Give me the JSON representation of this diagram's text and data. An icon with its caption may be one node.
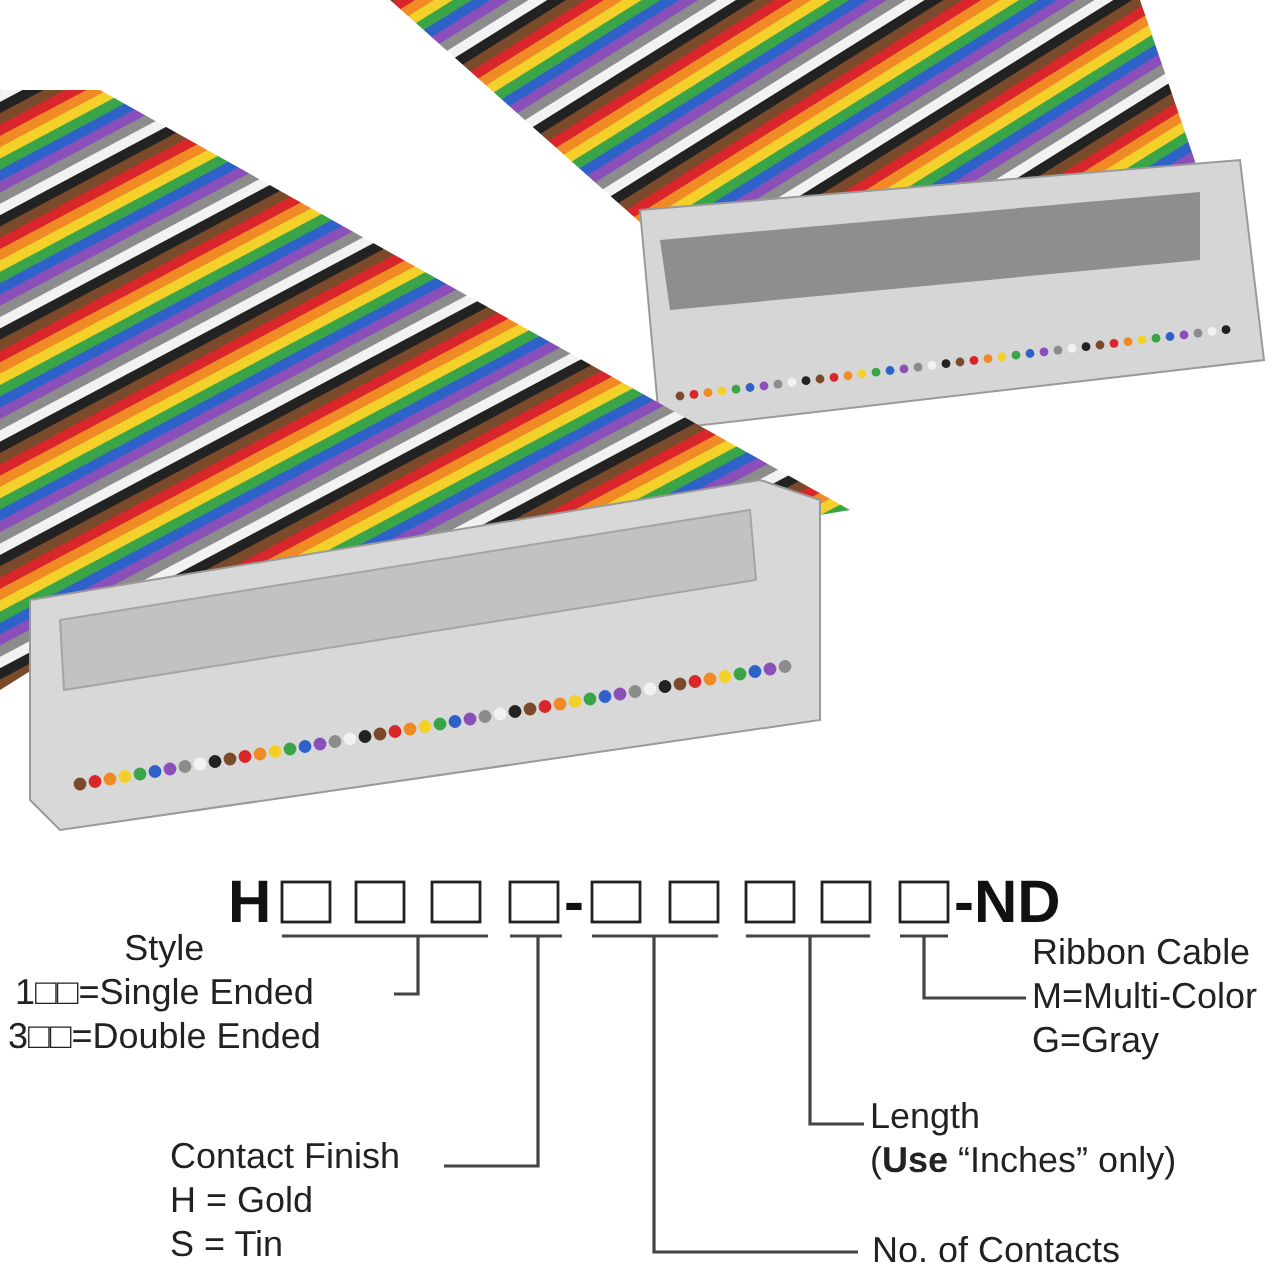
{
  "diagram": {
    "nodes": [
      {
        "text": [],
        "shape": "bar"
      },
      {
        "text": [],
        "shape": "bar"
      },
      {
        "text": [],
        "shape": "bar"
      },
      {
        "text": [],
        "shape": "bar"
      },
      {
        "text": [],
        "shape": "bar"
      },
      {
        "text": [
          "Style",
          "1□□=Single Ended",
          "3□□=Double Ended"
        ]
      },
      {
        "text": [
          "Ribbon Cable",
          "M=Multi-Color",
          "G=Gray"
        ]
      },
      {
        "text": [
          "Length",
          "(**Use** “Inches” only)"
        ]
      },
      {
        "text": [
          "Contact Finish",
          "H = Gold",
          "S = Tin"
        ]
      },
      {
        "text": [
          "No. of Contacts"
        ]
      }
    ],
    "edges": [
      {
        "from": 5,
        "to": 0,
        "arrow": "none"
      },
      {
        "from": 8,
        "to": 1,
        "arrow": "none"
      },
      {
        "from": 9,
        "to": 2,
        "arrow": "none"
      },
      {
        "from": 7,
        "to": 3,
        "arrow": "none"
      },
      {
        "from": 6,
        "to": 4,
        "arrow": "none"
      }
    ],
    "labels": [
      "H",
      "-",
      "-ND"
    ]
  }
}
